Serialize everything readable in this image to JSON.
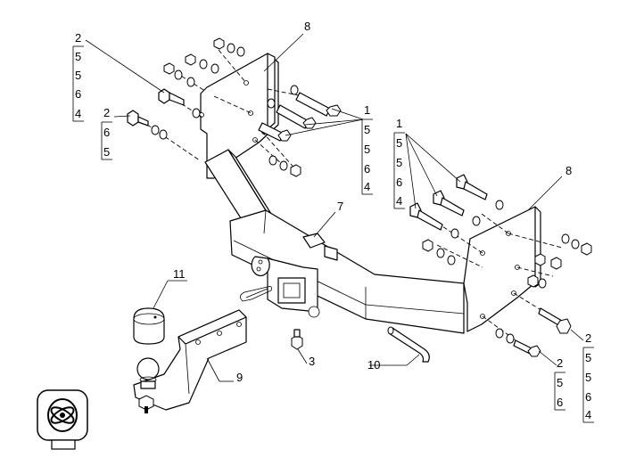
{
  "callouts": {
    "part_7": "7",
    "part_8_left": "8",
    "part_8_right": "8",
    "part_9": "9",
    "part_10": "10",
    "part_11": "11",
    "part_3": "3"
  },
  "kits": {
    "top_left": [
      "2",
      "5",
      "5",
      "6",
      "4"
    ],
    "mid_left": [
      "2",
      "6",
      "5"
    ],
    "center_right": [
      "1",
      "5",
      "5",
      "6",
      "4"
    ],
    "far_right": [
      "1",
      "5",
      "5",
      "6",
      "4"
    ],
    "bottom_right": [
      "2",
      "5",
      "5",
      "6",
      "4"
    ],
    "bottom_mid": [
      "2",
      "5",
      "6"
    ]
  }
}
